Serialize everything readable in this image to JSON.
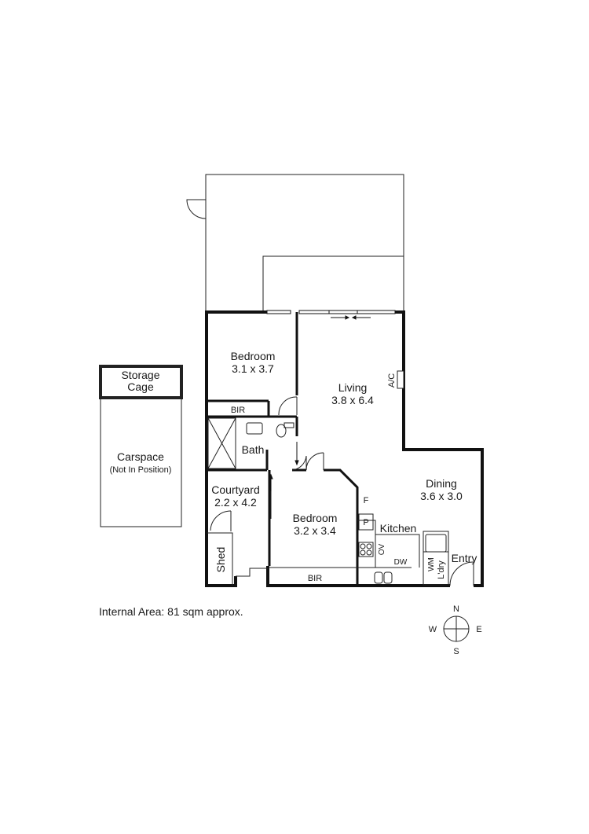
{
  "rooms": {
    "bedroom1": {
      "name": "Bedroom",
      "dims": "3.1 x 3.7"
    },
    "living": {
      "name": "Living",
      "dims": "3.8 x 6.4"
    },
    "dining": {
      "name": "Dining",
      "dims": "3.6 x 3.0"
    },
    "bedroom2": {
      "name": "Bedroom",
      "dims": "3.2 x 3.4"
    },
    "courtyard": {
      "name": "Courtyard",
      "dims": "2.2 x 4.2"
    },
    "bath": {
      "name": "Bath"
    },
    "kitchen": {
      "name": "Kitchen"
    },
    "entry": {
      "name": "Entry"
    },
    "shed": {
      "name": "Shed"
    },
    "laundry": {
      "name": "L'dry"
    }
  },
  "fixtures": {
    "bir1": "BIR",
    "bir2": "BIR",
    "ac": "A/C",
    "fridge": "F",
    "pantry": "P",
    "oven": "OV",
    "dishwasher": "DW",
    "washing_machine": "WM"
  },
  "storage": {
    "line1": "Storage",
    "line2": "Cage"
  },
  "carspace": {
    "name": "Carspace",
    "note": "(Not In Position)"
  },
  "internal_area": "Internal Area: 81 sqm approx.",
  "compass": {
    "n": "N",
    "s": "S",
    "e": "E",
    "w": "W"
  }
}
